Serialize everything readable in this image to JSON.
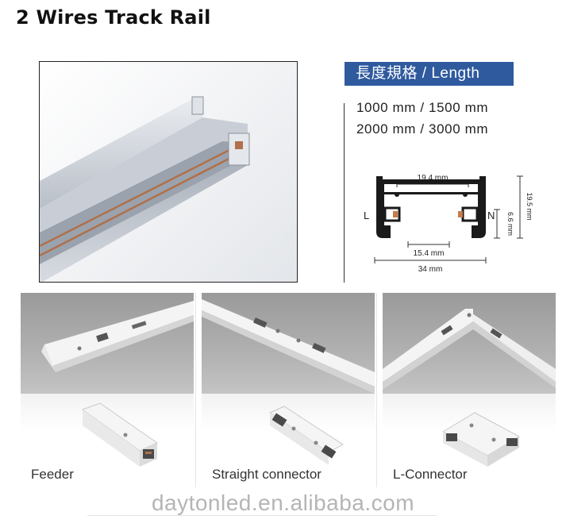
{
  "title": "2 Wires Track Rail",
  "length": {
    "badge": "長度規格 / Length",
    "line1": "1000 mm / 1500 mm",
    "line2": "2000 mm / 3000 mm"
  },
  "profile": {
    "top_width": "19.4 mm",
    "height": "19.5 mm",
    "inner_height": "6.6 mm",
    "inner_width": "15.4 mm",
    "total_width": "34 mm",
    "left_label": "L",
    "right_label": "N"
  },
  "panels": [
    {
      "label": "Feeder"
    },
    {
      "label": "Straight connector"
    },
    {
      "label": "L-Connector"
    }
  ],
  "watermark": "daytonled.en.alibaba.com",
  "colors": {
    "badge": "#2f5a9e",
    "rail_silver": "#c9ced6",
    "copper": "#b0704a"
  }
}
